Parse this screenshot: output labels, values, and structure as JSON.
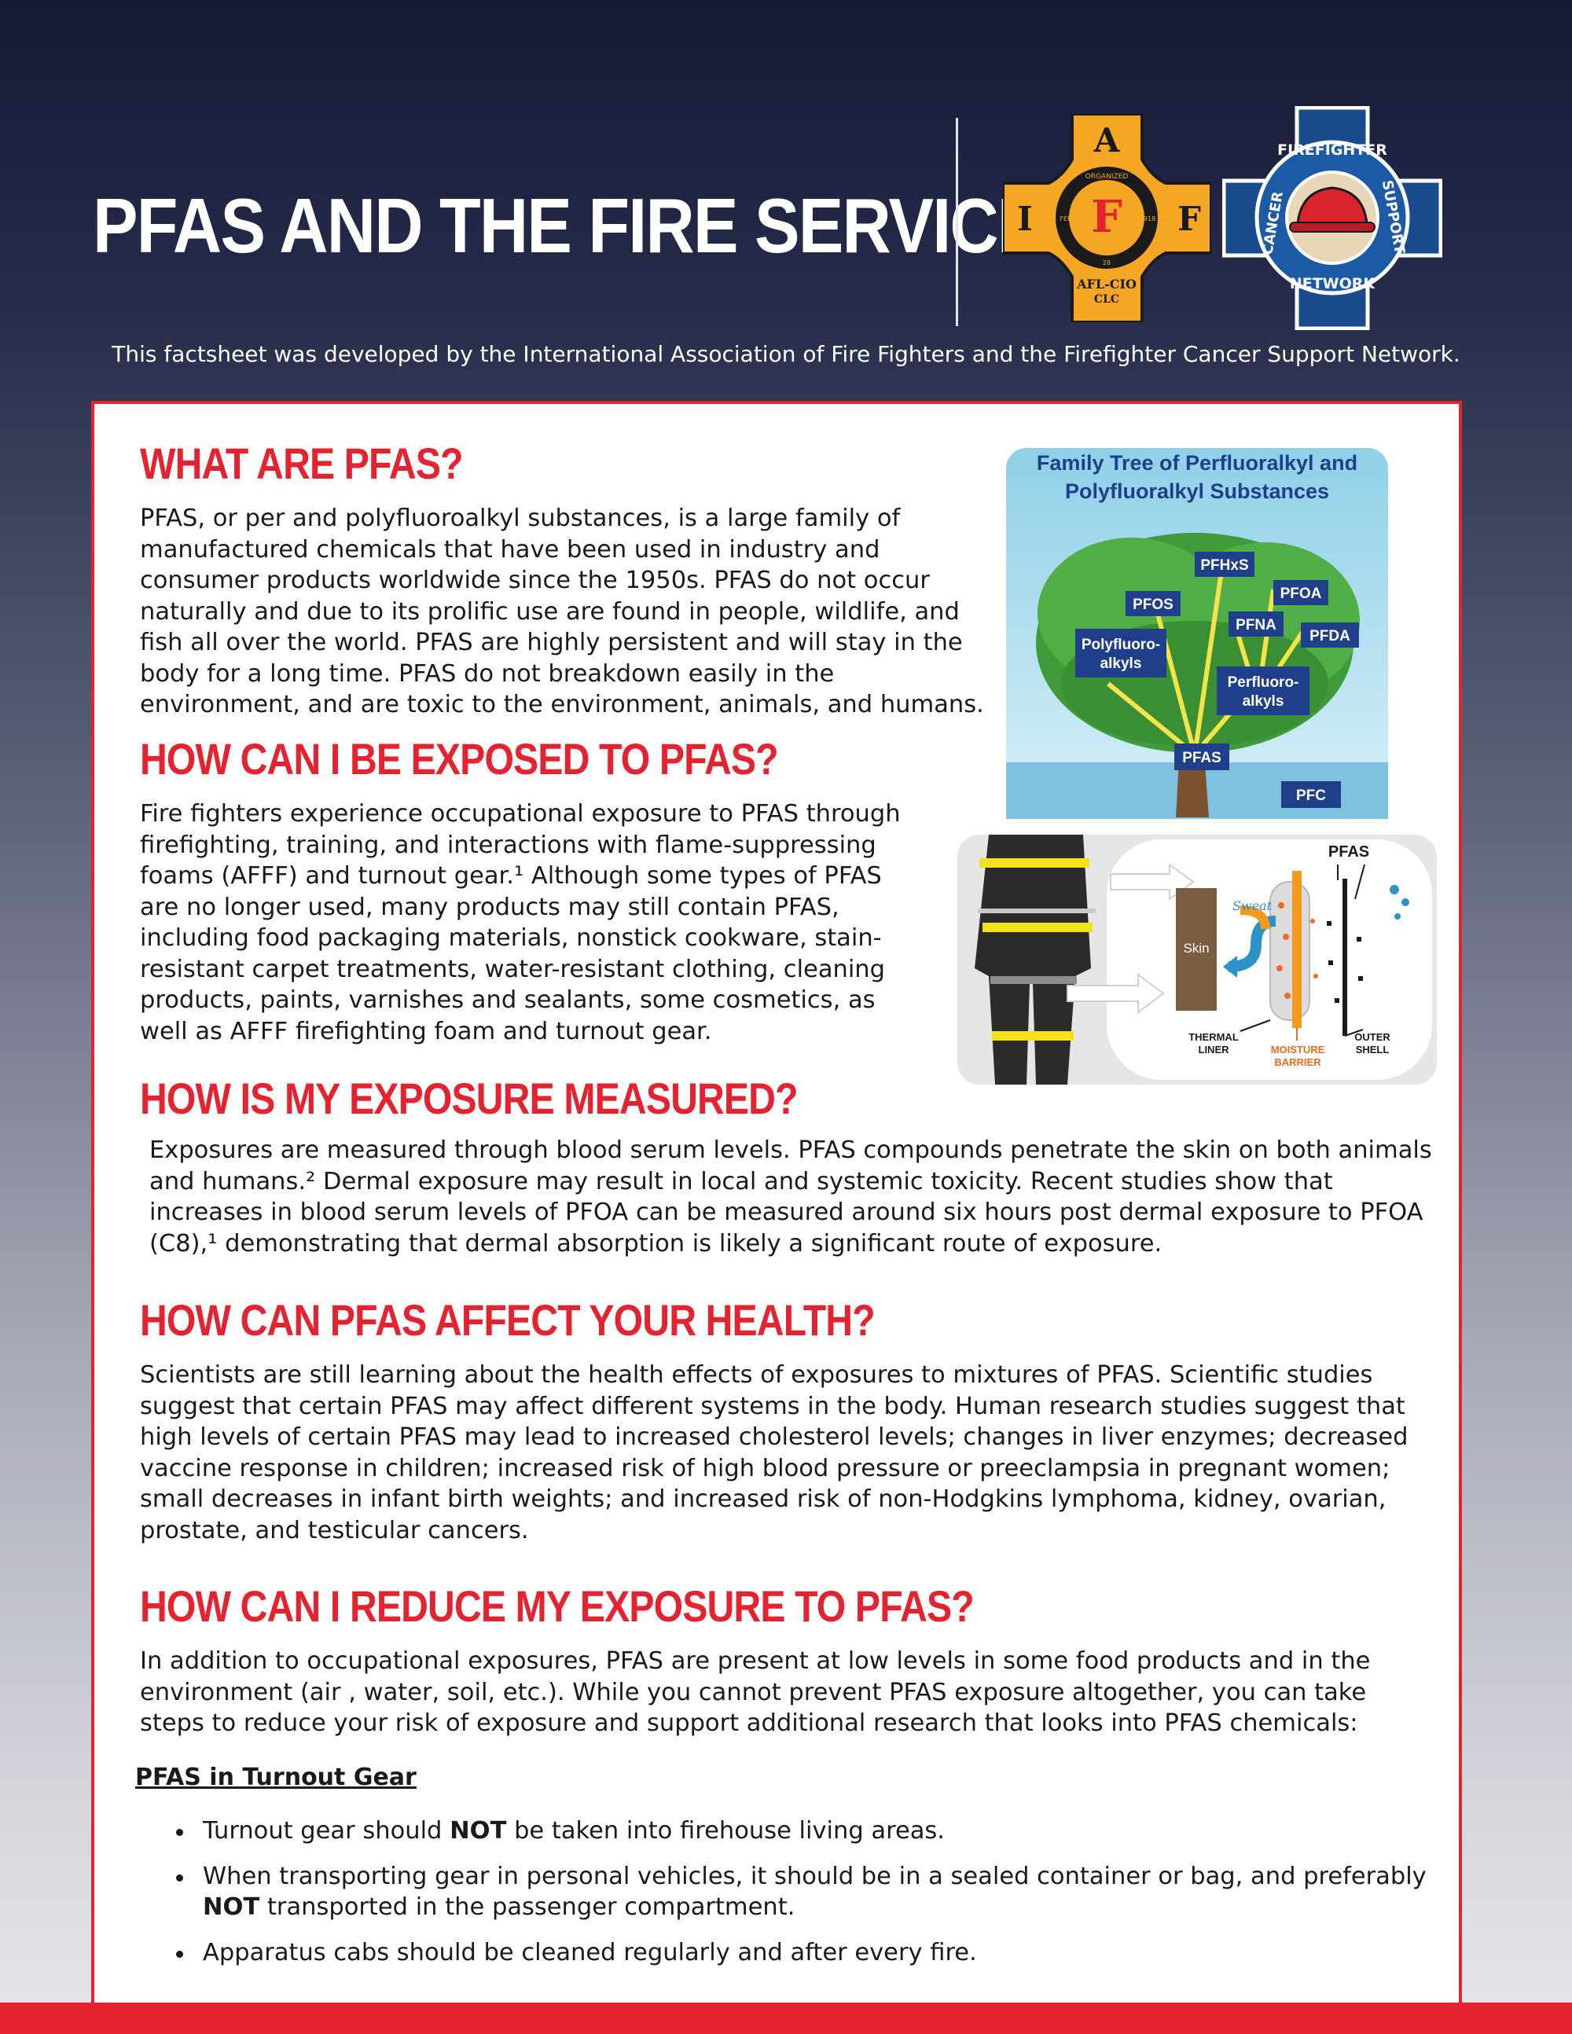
{
  "header": {
    "title": "PFAS AND THE FIRE SERVICE",
    "subtitle": "This factsheet was developed by the International Association of Fire Fighters and the Firefighter Cancer Support Network.",
    "logos": {
      "iaff": {
        "letters": [
          "A",
          "I",
          "F",
          "F"
        ],
        "ring_text": "ORGANIZED",
        "years": [
          "1918",
          "FEB",
          "28"
        ],
        "bottom_text": "AFL-CIO",
        "bottom_text2": "CLC"
      },
      "fcsn": {
        "ring_text": [
          "FIREFIGHTER",
          "CANCER",
          "SUPPORT",
          "NETWORK"
        ]
      }
    }
  },
  "sections": [
    {
      "heading": "WHAT ARE PFAS?",
      "paragraphs": [
        "PFAS, or per and polyfluoroalkyl substances, is a large family of manufactured chemicals that have been used in industry and consumer products worldwide since the 1950s. PFAS do not occur naturally and due to its prolific use are found in people, wildlife, and fish all over the world. PFAS are highly persistent and will stay in the body for a long time. PFAS do not breakdown easily in the environment, and are toxic to the environment, animals, and humans."
      ]
    },
    {
      "heading": "HOW CAN I BE EXPOSED TO PFAS?",
      "paragraphs": [
        "Fire fighters experience occupational exposure to PFAS through firefighting, training, and interactions with flame-suppressing foams (AFFF) and turnout gear.¹ Although some types of PFAS are no longer used, many products may still contain PFAS, including food packaging materials, nonstick cookware, stain-resistant carpet treatments, water-resistant clothing, cleaning products, paints, varnishes and sealants, some cosmetics, as well as AFFF firefighting foam and turnout gear."
      ]
    },
    {
      "heading": "HOW IS MY EXPOSURE MEASURED?",
      "paragraphs": [
        "Exposures are measured through blood serum levels. PFAS compounds penetrate the skin on both animals and humans.² Dermal exposure may result in local and systemic toxicity. Recent studies show that increases in blood serum levels of PFOA can be measured around six hours post dermal exposure to PFOA (C8),¹ demonstrating that dermal absorption is likely a significant route of exposure."
      ]
    },
    {
      "heading": "HOW CAN PFAS AFFECT YOUR  HEALTH?",
      "paragraphs": [
        "Scientists are still learning about the health effects of exposures to mixtures of PFAS. Scientific studies suggest that certain PFAS may affect different systems in the body. Human research studies suggest that high levels of certain PFAS may lead to increased cholesterol levels; changes in liver enzymes; decreased vaccine response in children; increased risk of high blood pressure or preeclampsia in pregnant women; small decreases in infant birth weights; and increased risk of non-Hodgkins lymphoma, kidney, ovarian, prostate, and testicular cancers."
      ]
    },
    {
      "heading": "HOW CAN I REDUCE MY EXPOSURE TO PFAS?",
      "paragraphs": [
        "In addition to occupational exposures, PFAS are present at low levels in some food products and in the environment (air , water, soil, etc.). While you cannot prevent PFAS exposure altogether, you can take steps to reduce your risk of exposure and support additional research that looks into PFAS chemicals:"
      ]
    }
  ],
  "turnout": {
    "subheading": "PFAS in Turnout Gear",
    "bullets": [
      {
        "before": "Turnout gear should ",
        "bold": "NOT",
        "after": " be taken into firehouse living areas."
      },
      {
        "before": "When transporting gear in personal vehicles, it should be in a sealed container or bag, and preferably ",
        "bold": "NOT",
        "after": " transported in the passenger compartment."
      },
      {
        "before": "Apparatus cabs should be cleaned regularly and after every fire.",
        "bold": "",
        "after": ""
      }
    ]
  },
  "figures": {
    "tree": {
      "title_lines": [
        "Family Tree of Perfluoralkyl and",
        "Polyfluoralkyl Substances"
      ],
      "labels": {
        "pfhxs": "PFHxS",
        "pfoa": "PFOA",
        "pfos": "PFOS",
        "pfna": "PFNA",
        "pfda": "PFDA",
        "poly1": "Polyfluoro-",
        "poly2": "alkyls",
        "perf1": "Perfluoro-",
        "perf2": "alkyls",
        "pfas": "PFAS",
        "pfc": "PFC"
      }
    },
    "gear": {
      "labels": {
        "pfas": "PFAS",
        "sweat": "Sweat",
        "skin": "Skin",
        "thermal1": "THERMAL",
        "thermal2": "LINER",
        "moisture1": "MOISTURE",
        "moisture2": "BARRIER",
        "outer1": "OUTER",
        "outer2": "SHELL"
      }
    }
  },
  "colors": {
    "accent_red": "#e52330",
    "header_navy": "#151a36",
    "logo_gold": "#f5a623",
    "logo_blue": "#1a4b8c"
  }
}
